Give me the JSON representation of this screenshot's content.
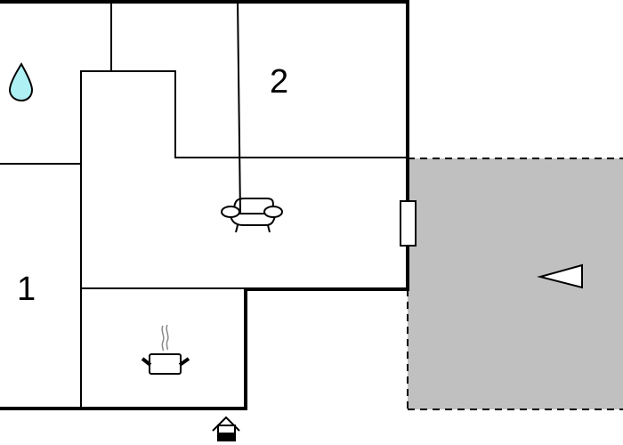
{
  "floorplan": {
    "rooms": [
      {
        "id": "bathroom",
        "icon": "water-drop-icon"
      },
      {
        "id": "bedroom-2",
        "label": "2"
      },
      {
        "id": "bedroom-1",
        "label": "1"
      },
      {
        "id": "living-room",
        "icon": "sofa-icon"
      },
      {
        "id": "kitchen",
        "icon": "cooking-pot-icon"
      },
      {
        "id": "terrace",
        "icon": "direction-triangle-icon"
      }
    ],
    "labels": {
      "room_1": "1",
      "room_2": "2"
    },
    "colors": {
      "wall": "#000000",
      "terrace_fill": "#c0c0c0",
      "water_drop": "#aef0f4",
      "background": "#ffffff"
    },
    "entrance": {
      "icon": "entrance-house-icon"
    }
  }
}
